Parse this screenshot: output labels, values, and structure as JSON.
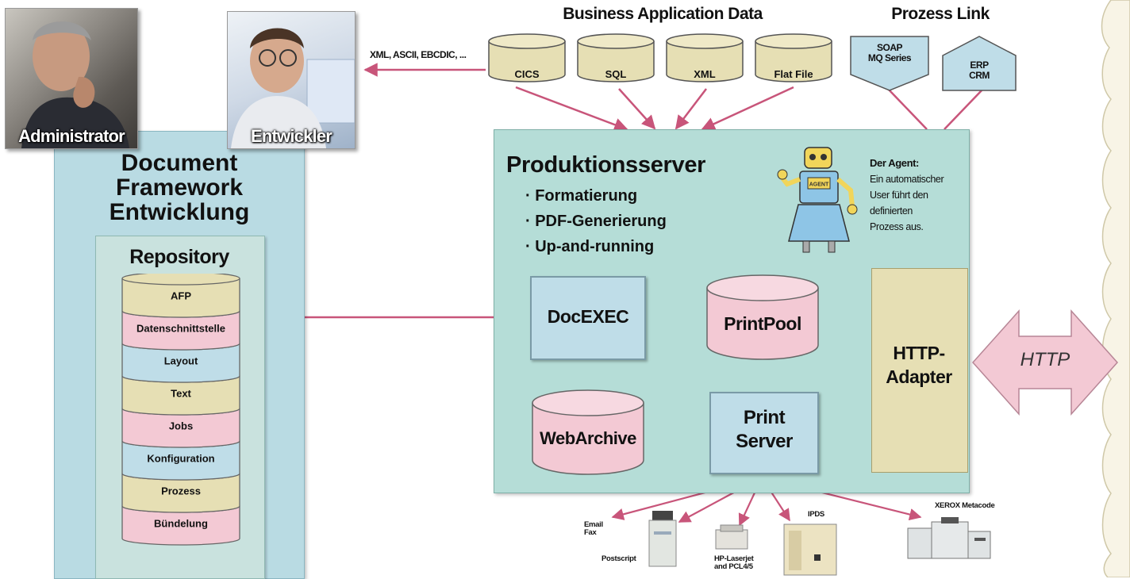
{
  "people": {
    "administrator": "Administrator",
    "entwickler": "Entwickler"
  },
  "data_formats_arrow_label": "XML, ASCII, EBCDIC, ...",
  "business_data": {
    "title": "Business Application Data",
    "sources": [
      "CICS",
      "SQL",
      "XML",
      "Flat File"
    ]
  },
  "prozess_link": {
    "title": "Prozess Link",
    "items": [
      {
        "line1": "SOAP",
        "line2": "MQ Series"
      },
      {
        "line1": "ERP",
        "line2": "CRM"
      }
    ]
  },
  "framework": {
    "title_lines": [
      "Document",
      "Framework",
      "Entwicklung"
    ],
    "repository": {
      "title": "Repository",
      "layers": [
        "AFP",
        "Datenschnittstelle",
        "Layout",
        "Text",
        "Jobs",
        "Konfiguration",
        "Prozess",
        "Bündelung"
      ]
    }
  },
  "server": {
    "title": "Produktionsserver",
    "bullets": [
      "Formatierung",
      "PDF-Generierung",
      "Up-and-running"
    ],
    "agent_lines": [
      "Der Agent:",
      "Ein automatischer",
      "User führt den",
      "definierten",
      "Prozess aus."
    ],
    "robot_badge": "AGENT",
    "docexec": "DocEXEC",
    "printpool": "PrintPool",
    "webarchive": "WebArchive",
    "print_server_lines": [
      "Print",
      "Server"
    ],
    "http_adapter_lines": [
      "HTTP-",
      "Adapter"
    ]
  },
  "http_arrow_label": "HTTP",
  "outputs": {
    "email_fax": [
      "Email",
      "Fax"
    ],
    "postscript": "Postscript",
    "hp": [
      "HP-Laserjet",
      "and PCL4/5"
    ],
    "ipds": "IPDS",
    "xerox": "XEROX Metacode"
  },
  "colors": {
    "server_bg": "#b5ddd7",
    "panel_bg": "#b9dbe3",
    "tan": "#e6dfb4",
    "pink": "#f3c9d4",
    "blue": "#bfdde8",
    "arrow": "#c8557a"
  }
}
